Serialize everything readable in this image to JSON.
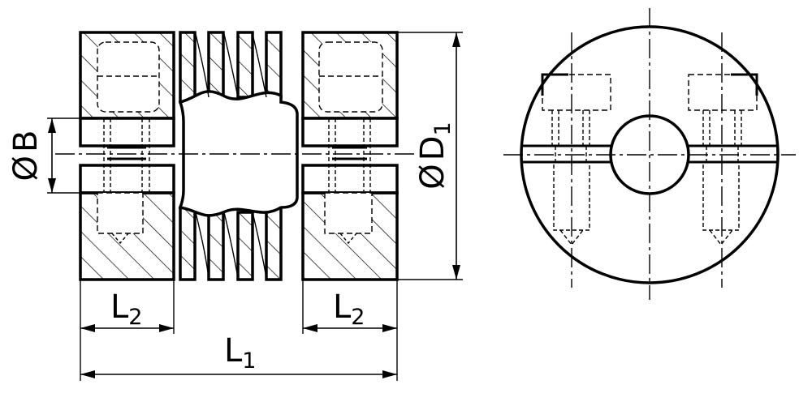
{
  "labels": {
    "bore_symbol": "Ø",
    "bore_letter": "B",
    "outer_symbol": "Ø",
    "outer_letter": "D",
    "outer_sub": "1",
    "hub_len_letter": "L",
    "hub_len_sub": "2",
    "total_len_letter": "L",
    "total_len_sub": "1"
  },
  "colors": {
    "line": "#000000",
    "background": "#ffffff"
  }
}
